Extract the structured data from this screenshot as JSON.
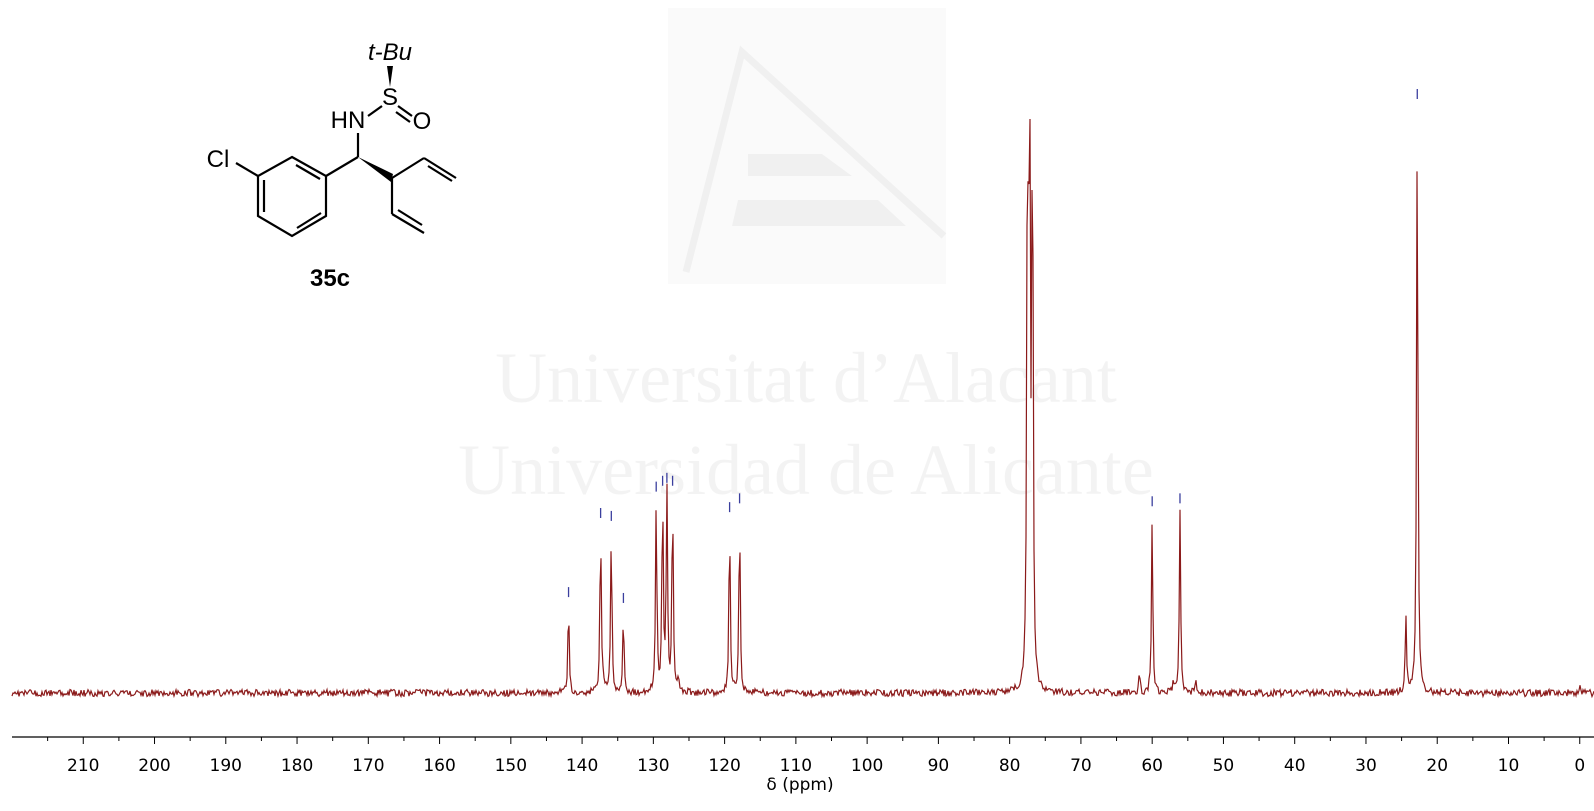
{
  "chart_data": {
    "type": "line",
    "xlabel": "δ (ppm)",
    "x_reversed": true,
    "xlim": [
      220,
      -2
    ],
    "ylim": [
      0,
      1
    ],
    "grid": false,
    "tick_labels": [
      "210",
      "200",
      "190",
      "180",
      "170",
      "160",
      "150",
      "140",
      "130",
      "120",
      "110",
      "100",
      "90",
      "80",
      "70",
      "60",
      "50",
      "40",
      "30",
      "20",
      "10",
      "0"
    ],
    "peaks": [
      {
        "ppm": 141.9,
        "height": 0.15
      },
      {
        "ppm": 137.4,
        "height": 0.285
      },
      {
        "ppm": 135.9,
        "height": 0.28
      },
      {
        "ppm": 134.2,
        "height": 0.14
      },
      {
        "ppm": 129.6,
        "height": 0.33
      },
      {
        "ppm": 128.7,
        "height": 0.34
      },
      {
        "ppm": 128.1,
        "height": 0.345
      },
      {
        "ppm": 127.3,
        "height": 0.34
      },
      {
        "ppm": 119.3,
        "height": 0.295
      },
      {
        "ppm": 117.9,
        "height": 0.31
      },
      {
        "ppm": 77.5,
        "height": 0.955
      },
      {
        "ppm": 77.2,
        "height": 1.0
      },
      {
        "ppm": 76.8,
        "height": 0.99
      },
      {
        "ppm": 60.0,
        "height": 0.305
      },
      {
        "ppm": 56.1,
        "height": 0.31
      },
      {
        "ppm": 24.4,
        "height": 0.135
      },
      {
        "ppm": 22.8,
        "height": 1.0
      },
      {
        "ppm": 61.8,
        "height": 0.03
      },
      {
        "ppm": 57.0,
        "height": 0.018
      },
      {
        "ppm": 53.9,
        "height": 0.025
      },
      {
        "ppm": 126.5,
        "height": 0.025
      },
      {
        "ppm": 137.0,
        "height": 0.02
      },
      {
        "ppm": 0.0,
        "height": 0.012
      }
    ],
    "pick_marks": [
      141.9,
      137.4,
      135.9,
      134.2,
      129.6,
      128.7,
      128.1,
      127.3,
      119.3,
      117.9,
      60.0,
      56.1,
      22.8
    ]
  },
  "colors": {
    "spectrum": "#8b1a1a",
    "peak_marker": "#3b3f9e",
    "axis": "#000000"
  },
  "molecule": {
    "substituent_top": "t-Bu",
    "sulfur": "S",
    "oxygen": "O",
    "amine": "HN",
    "halogen": "Cl",
    "compound_label": "35c"
  },
  "watermark": {
    "line1": "Universitat d’Alacant",
    "line2": "Universidad de Alicante"
  }
}
